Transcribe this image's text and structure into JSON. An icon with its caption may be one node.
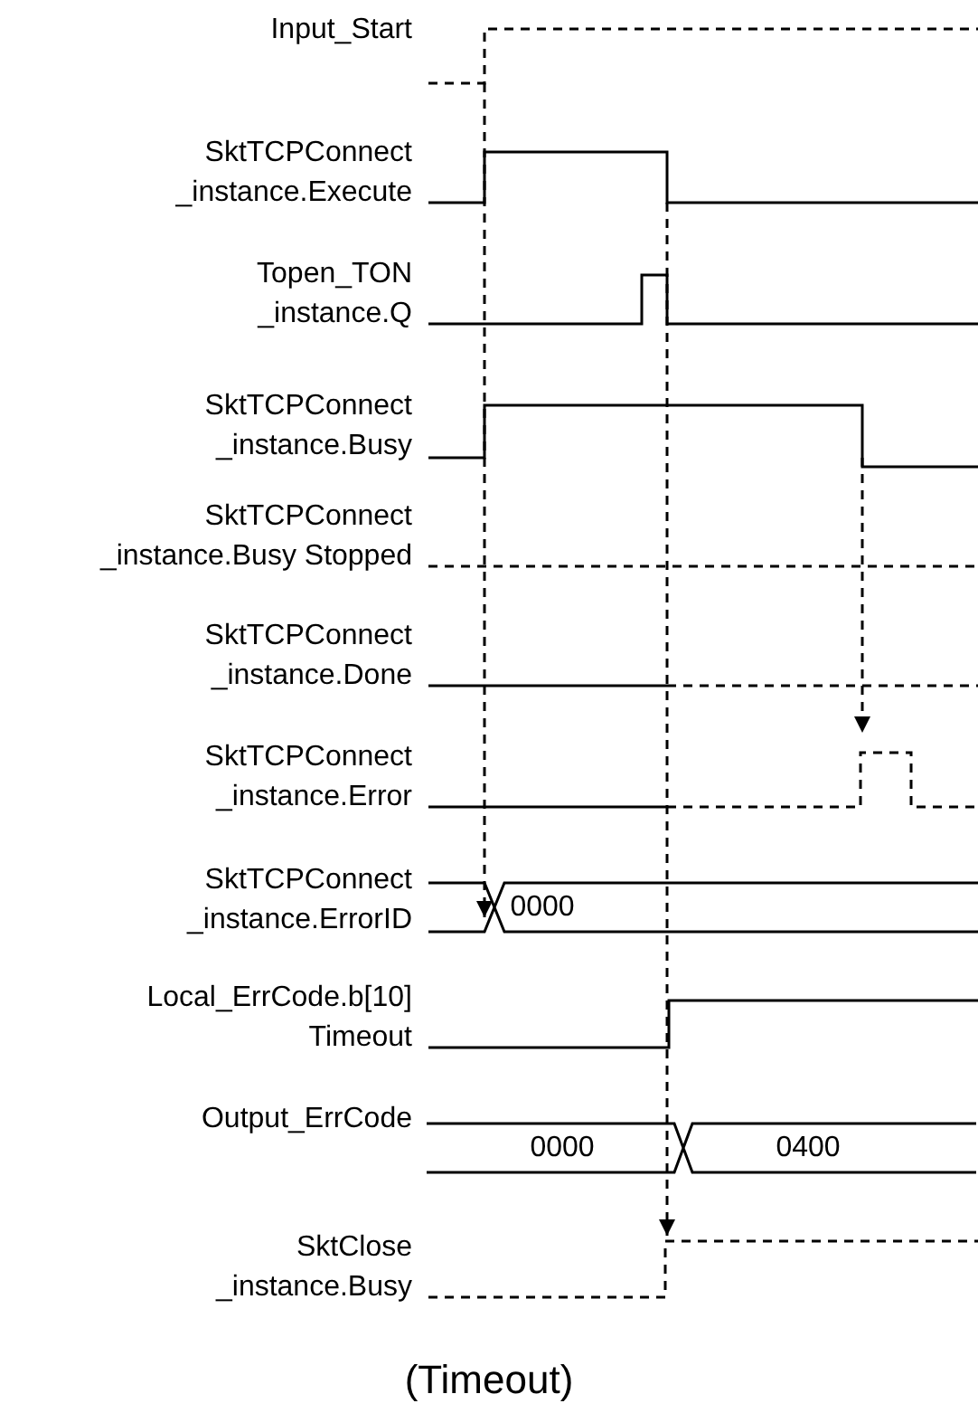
{
  "diagram": {
    "caption": "(Timeout)",
    "labels": [
      "Input_Start",
      "SktTCPConnect _instance.Execute",
      "Topen_TON _instance.Q",
      "SktTCPConnect _instance.Busy",
      "SktTCPConnect _instance.Busy Stopped",
      "SktTCPConnect _instance.Done",
      "SktTCPConnect _instance.Error",
      "SktTCPConnect _instance.ErrorID",
      "0000",
      "Local_ErrCode.b[10] Timeout",
      "Output_ErrCode",
      "0000",
      "0400",
      "SktClose _instance.Busy"
    ]
  }
}
